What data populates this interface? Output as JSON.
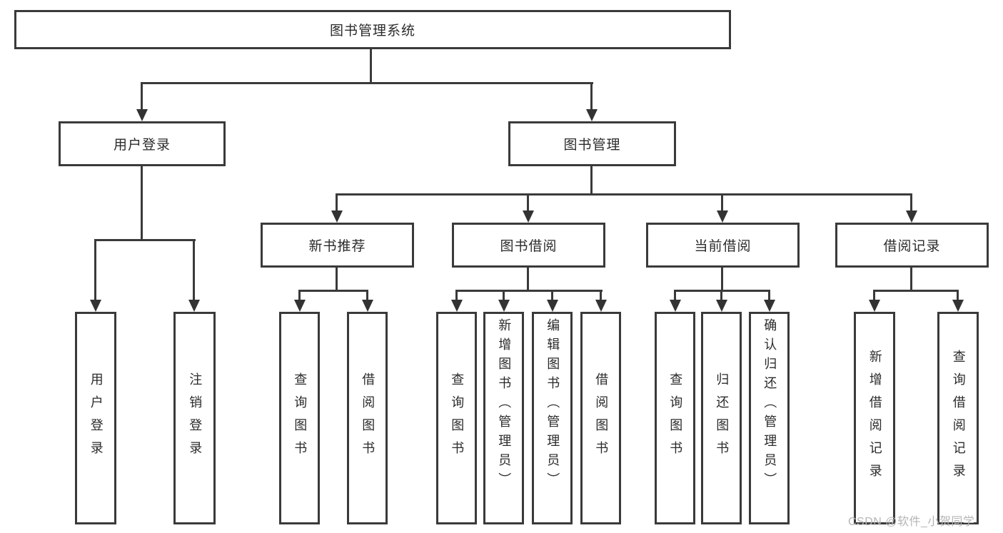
{
  "tree": {
    "label": "图书管理系统",
    "children": [
      {
        "label": "用户登录",
        "children": [
          {
            "label": "用户登录"
          },
          {
            "label": "注销登录"
          }
        ]
      },
      {
        "label": "图书管理",
        "children": [
          {
            "label": "新书推荐",
            "children": [
              {
                "label": "查询图书"
              },
              {
                "label": "借阅图书"
              }
            ]
          },
          {
            "label": "图书借阅",
            "children": [
              {
                "label": "查询图书"
              },
              {
                "label": "新增图书（管理员）"
              },
              {
                "label": "编辑图书（管理员）"
              },
              {
                "label": "借阅图书"
              }
            ]
          },
          {
            "label": "当前借阅",
            "children": [
              {
                "label": "查询图书"
              },
              {
                "label": "归还图书"
              },
              {
                "label": "确认归还（管理员）"
              }
            ]
          },
          {
            "label": "借阅记录",
            "children": [
              {
                "label": "新增借阅记录"
              },
              {
                "label": "查询借阅记录"
              }
            ]
          }
        ]
      }
    ]
  },
  "watermark": {
    "text": "CSDN @软件_小贺同学",
    "color": "#b5b5b5"
  },
  "colors": {
    "line": "#3a3a3a",
    "text": "#2b2b2b",
    "background": "#ffffff"
  }
}
